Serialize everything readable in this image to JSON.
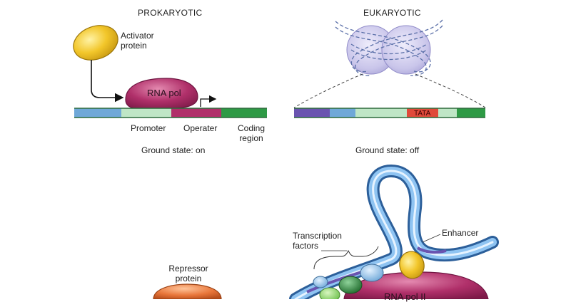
{
  "prokaryotic": {
    "heading": "PROKARYOTIC",
    "activator_label": [
      "Activator",
      "protein"
    ],
    "rna_pol_label": "RNA pol",
    "promoter_label": "Promoter",
    "operator_label": "Operater",
    "coding_label": [
      "Coding",
      "region"
    ],
    "ground_state": "Ground state: on",
    "repressor_label": [
      "Repressor",
      "protein"
    ]
  },
  "eukaryotic": {
    "heading": "EUKARYOTIC",
    "tata_label": "TATA",
    "ground_state": "Ground state: off",
    "transcription_label": [
      "Transcription",
      "factors"
    ],
    "enhancer_label": "Enhancer",
    "rna_pol2_label": "RNA pol II"
  },
  "colors": {
    "activator": "#f2c62a",
    "rna_pol": "#b0306a",
    "repressor": "#e8763a",
    "nucleosome": "#c9c5ea",
    "dna_blue": "#6fa8d8",
    "dna_green_light": "#bfe6c6",
    "dna_magenta": "#b0306a",
    "dna_green": "#2e9a45",
    "dna_purple": "#6a54b0",
    "tata": "#e04a3a",
    "tf_blue": "#8ec3ee",
    "tf_green": "#2f8a3e"
  }
}
